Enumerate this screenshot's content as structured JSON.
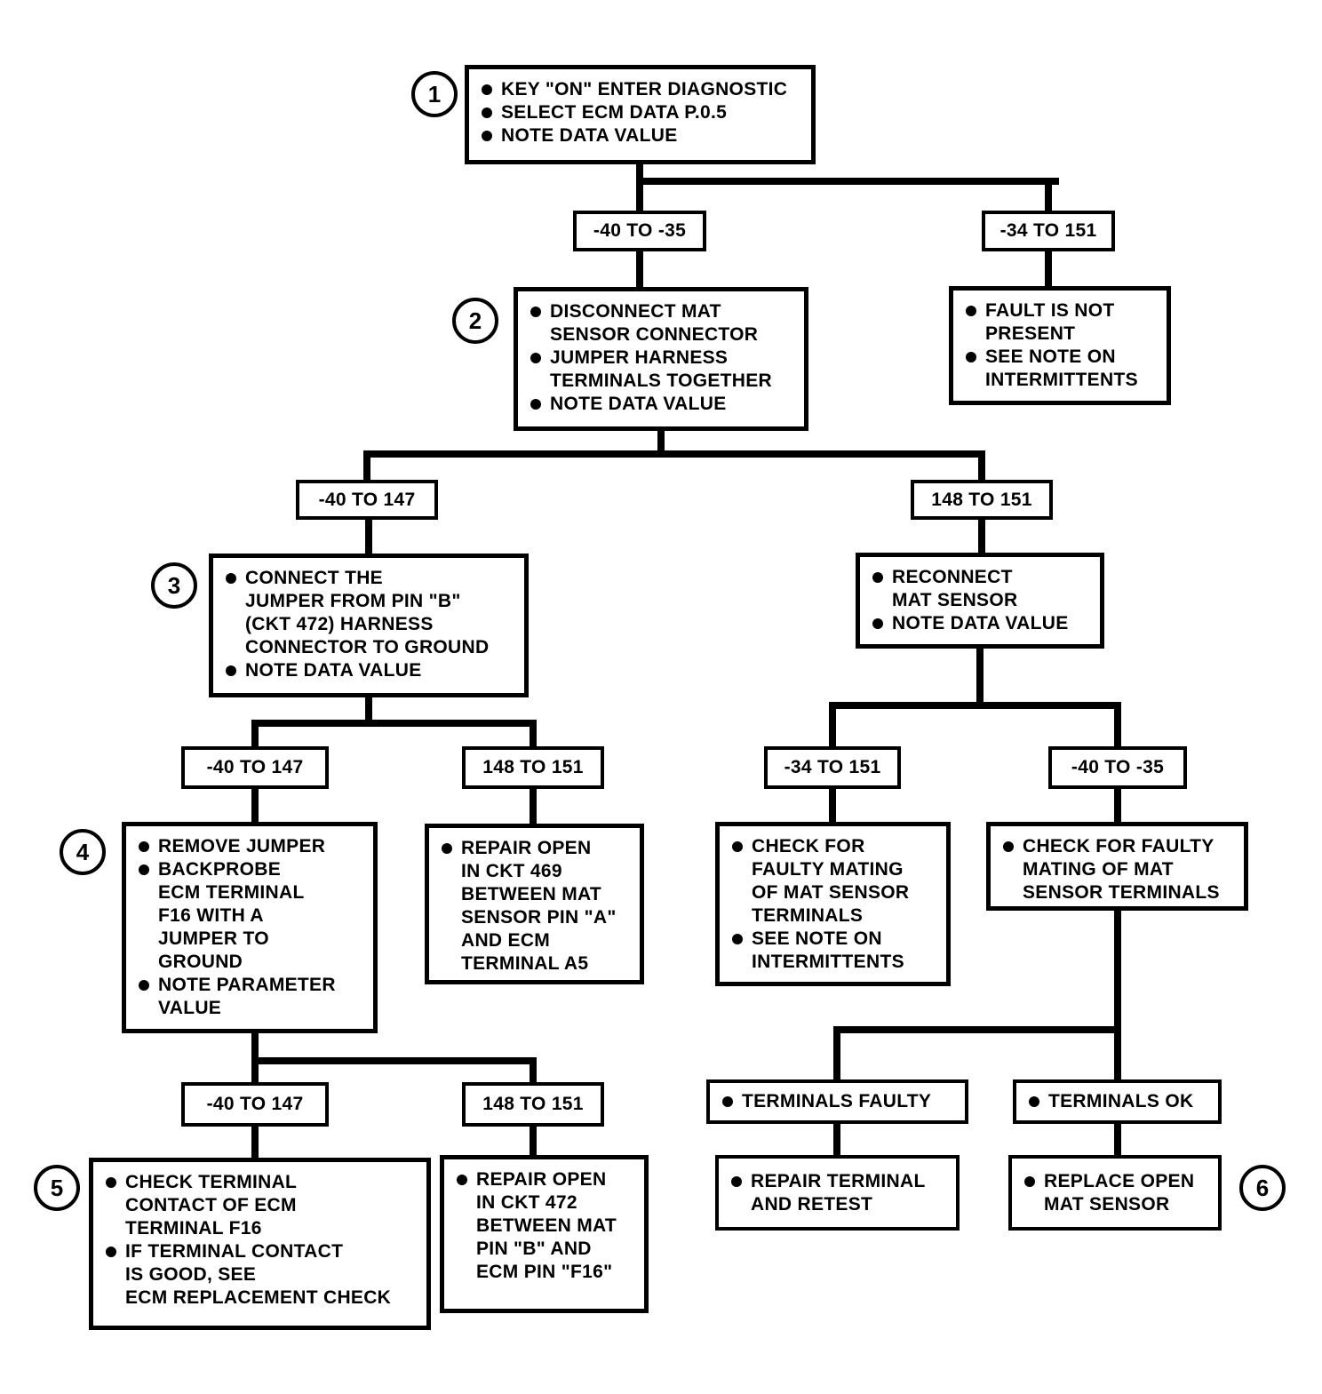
{
  "colors": {
    "line": "#000000",
    "background": "#ffffff"
  },
  "circles": {
    "c1": "1",
    "c2": "2",
    "c3": "3",
    "c4": "4",
    "c5": "5",
    "c6": "6"
  },
  "values": {
    "v1": "-40 TO -35",
    "v2": "-34 TO 151",
    "v3": "-40 TO 147",
    "v4": "148 TO 151",
    "v5": "-40 TO 147",
    "v6": "148 TO 151",
    "v7": "-34 TO 151",
    "v8": "-40 TO -35",
    "v9": "-40 TO 147",
    "v10": "148 TO 151"
  },
  "boxes": {
    "step1": {
      "items": [
        "KEY \"ON\" ENTER DIAGNOSTIC",
        "SELECT ECM DATA P.0.5",
        "NOTE DATA VALUE"
      ]
    },
    "step2": {
      "items": [
        "DISCONNECT MAT\nSENSOR CONNECTOR",
        "JUMPER HARNESS\nTERMINALS TOGETHER",
        "NOTE DATA VALUE"
      ]
    },
    "fault_not_present": {
      "items": [
        "FAULT IS NOT\nPRESENT",
        "SEE NOTE ON\nINTERMITTENTS"
      ]
    },
    "step3": {
      "items": [
        "CONNECT THE\nJUMPER FROM PIN \"B\"\n(CKT 472) HARNESS\nCONNECTOR TO GROUND",
        "NOTE DATA VALUE"
      ]
    },
    "reconnect": {
      "items": [
        "RECONNECT\nMAT SENSOR",
        "NOTE DATA VALUE"
      ]
    },
    "step4": {
      "items": [
        "REMOVE JUMPER",
        "BACKPROBE\nECM TERMINAL\nF16 WITH A\nJUMPER TO\nGROUND",
        "NOTE PARAMETER\nVALUE"
      ]
    },
    "repair_ckt469": {
      "items": [
        "REPAIR OPEN\nIN CKT 469\nBETWEEN MAT\nSENSOR PIN \"A\"\nAND ECM\nTERMINAL A5"
      ]
    },
    "check_mating_left": {
      "items": [
        "CHECK FOR\nFAULTY MATING\nOF MAT SENSOR\nTERMINALS",
        "SEE NOTE ON\nINTERMITTENTS"
      ]
    },
    "check_mating_right": {
      "items": [
        "CHECK FOR FAULTY\nMATING OF MAT\nSENSOR TERMINALS"
      ]
    },
    "terminals_faulty": {
      "items": [
        "TERMINALS FAULTY"
      ]
    },
    "terminals_ok": {
      "items": [
        "TERMINALS OK"
      ]
    },
    "step5": {
      "items": [
        "CHECK TERMINAL\nCONTACT OF ECM\nTERMINAL F16",
        "IF TERMINAL CONTACT\nIS GOOD, SEE\nECM REPLACEMENT CHECK"
      ]
    },
    "repair_ckt472": {
      "items": [
        "REPAIR OPEN\nIN CKT 472\nBETWEEN MAT\nPIN \"B\" AND\nECM PIN \"F16\""
      ]
    },
    "repair_terminal": {
      "items": [
        "REPAIR TERMINAL\nAND RETEST"
      ]
    },
    "replace_sensor": {
      "items": [
        "REPLACE OPEN\nMAT SENSOR"
      ]
    }
  }
}
